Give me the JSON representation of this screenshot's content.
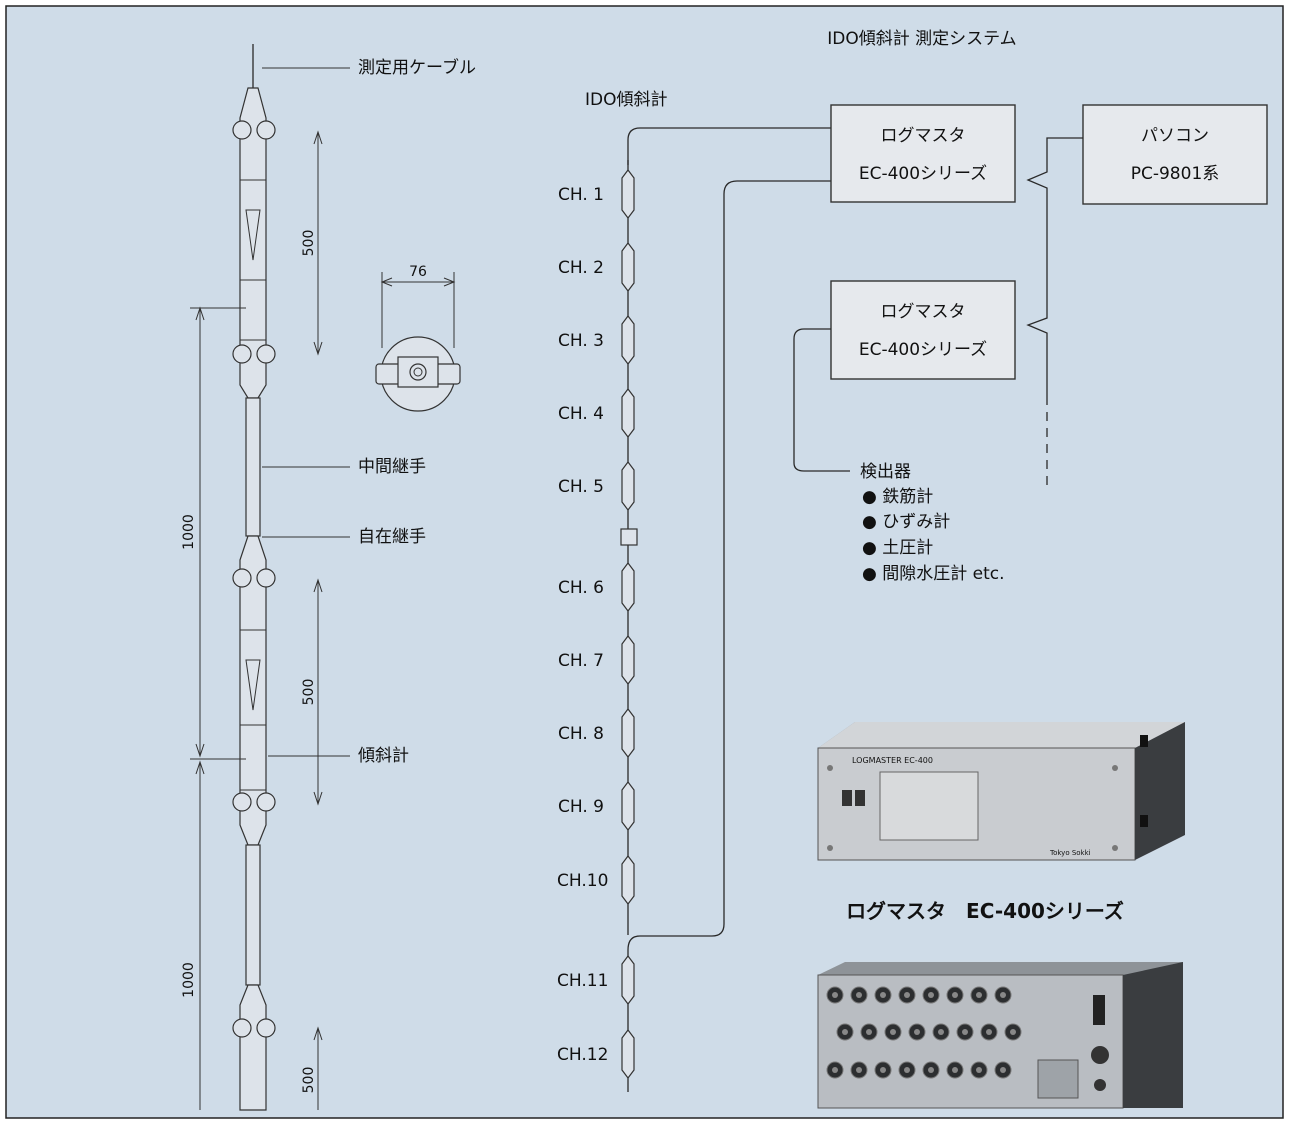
{
  "title": "IDO傾斜計 測定システム",
  "probe_labels": {
    "cable": "測定用ケーブル",
    "middle_joint": "中間継手",
    "free_joint": "自在継手",
    "inclinometer": "傾斜計"
  },
  "dimensions": {
    "d500_a": "500",
    "d500_b": "500",
    "d500_c": "500",
    "d1000_a": "1000",
    "d1000_b": "1000",
    "d76": "76"
  },
  "chain": {
    "title": "IDO傾斜計",
    "channels": [
      "CH. 1",
      "CH. 2",
      "CH. 3",
      "CH. 4",
      "CH. 5",
      "CH. 6",
      "CH. 7",
      "CH. 8",
      "CH. 9",
      "CH.10",
      "CH.11",
      "CH.12"
    ]
  },
  "boxes": {
    "logger1_line1": "ログマスタ",
    "logger1_line2": "EC-400シリーズ",
    "pc_line1": "パソコン",
    "pc_line2": "PC-9801系",
    "logger2_line1": "ログマスタ",
    "logger2_line2": "EC-400シリーズ"
  },
  "detectors": {
    "heading": "検出器",
    "items": [
      "● 鉄筋計",
      "● ひずみ計",
      "● 土圧計",
      "● 間隙水圧計 etc."
    ]
  },
  "photo": {
    "caption": "ログマスタ　EC-400シリーズ",
    "device_label": "LOGMASTER EC-400",
    "brand": "Tokyo Sokki"
  },
  "colors": {
    "background": "#cfdce8",
    "box": "#e6e9ed",
    "device_body": "#c9ccd0",
    "line": "#2a2a2a"
  }
}
